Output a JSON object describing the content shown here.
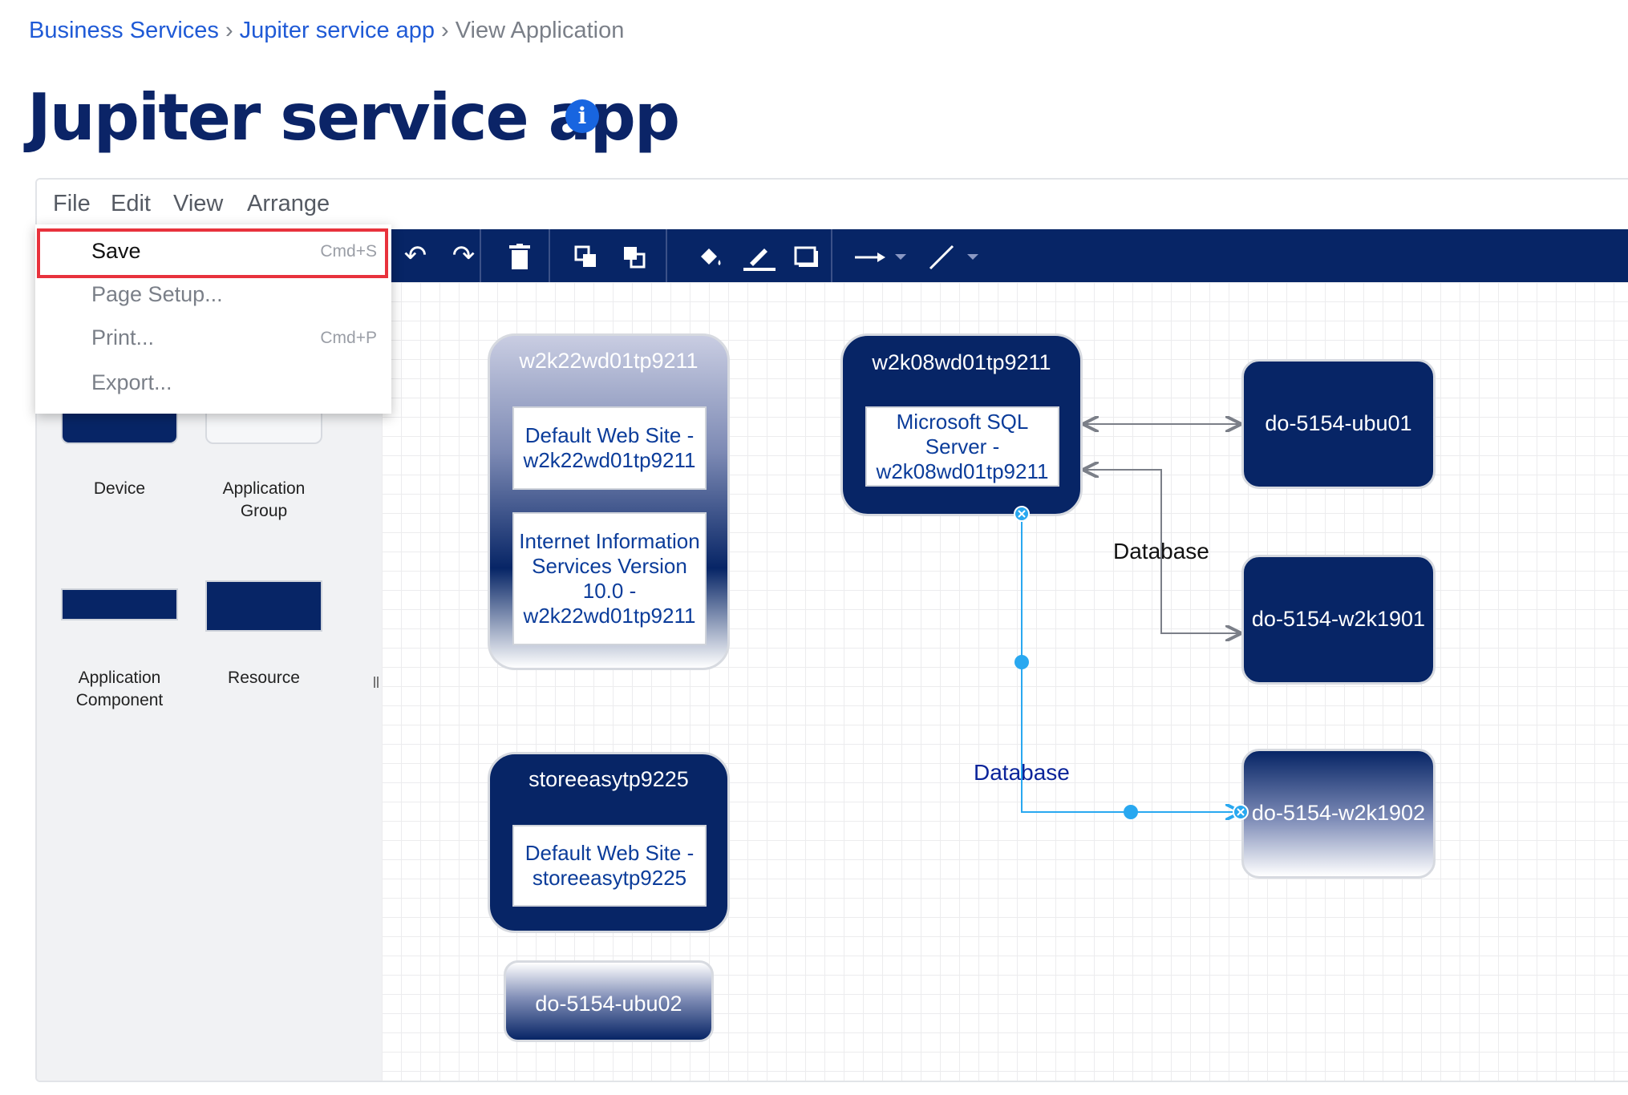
{
  "breadcrumb": {
    "items": [
      "Business Services",
      "Jupiter service app"
    ],
    "current": "View Application",
    "separator": "›"
  },
  "page": {
    "title": "Jupiter service app",
    "info_icon": "i"
  },
  "menu": {
    "file": "File",
    "edit": "Edit",
    "view": "View",
    "arrange": "Arrange"
  },
  "file_menu": [
    {
      "label": "Save",
      "shortcut": "Cmd+S",
      "selected": true
    },
    {
      "label": "Page Setup...",
      "shortcut": ""
    },
    {
      "label": "Print...",
      "shortcut": "Cmd+P"
    },
    {
      "label": "Export...",
      "shortcut": ""
    }
  ],
  "toolbar_icons": [
    "undo-icon",
    "redo-icon",
    "delete-icon",
    "to-front-icon",
    "to-back-icon",
    "fill-color-icon",
    "line-color-icon",
    "shadow-icon",
    "connection-icon",
    "waypoints-icon"
  ],
  "shapes": {
    "device": "Device",
    "app_group_l1": "Application",
    "app_group_l2": "Group",
    "app_comp_l1": "Application",
    "app_comp_l2": "Component",
    "resource": "Resource"
  },
  "nodes": {
    "w2k22": {
      "title": "w2k22wd01tp9211",
      "inner1": "Default Web Site - w2k22wd01tp9211",
      "inner2": "Internet Information Services Version 10.0 - w2k22wd01tp9211"
    },
    "w2k08": {
      "title": "w2k08wd01tp9211",
      "inner1": "Microsoft SQL Server - w2k08wd01tp9211"
    },
    "ubu01": "do-5154-ubu01",
    "w2k1901": "do-5154-w2k1901",
    "w2k1902": "do-5154-w2k1902",
    "storeeasy": {
      "title": "storeeasytp9225",
      "inner1": "Default Web Site - storeeasytp9225"
    },
    "ubu02": "do-5154-ubu02"
  },
  "edge_labels": {
    "db1": "Database",
    "db2": "Database"
  },
  "colors": {
    "navy": "#072566",
    "link": "#1f5ad6",
    "highlight": "#e8323c",
    "selection": "#29a8f0"
  }
}
